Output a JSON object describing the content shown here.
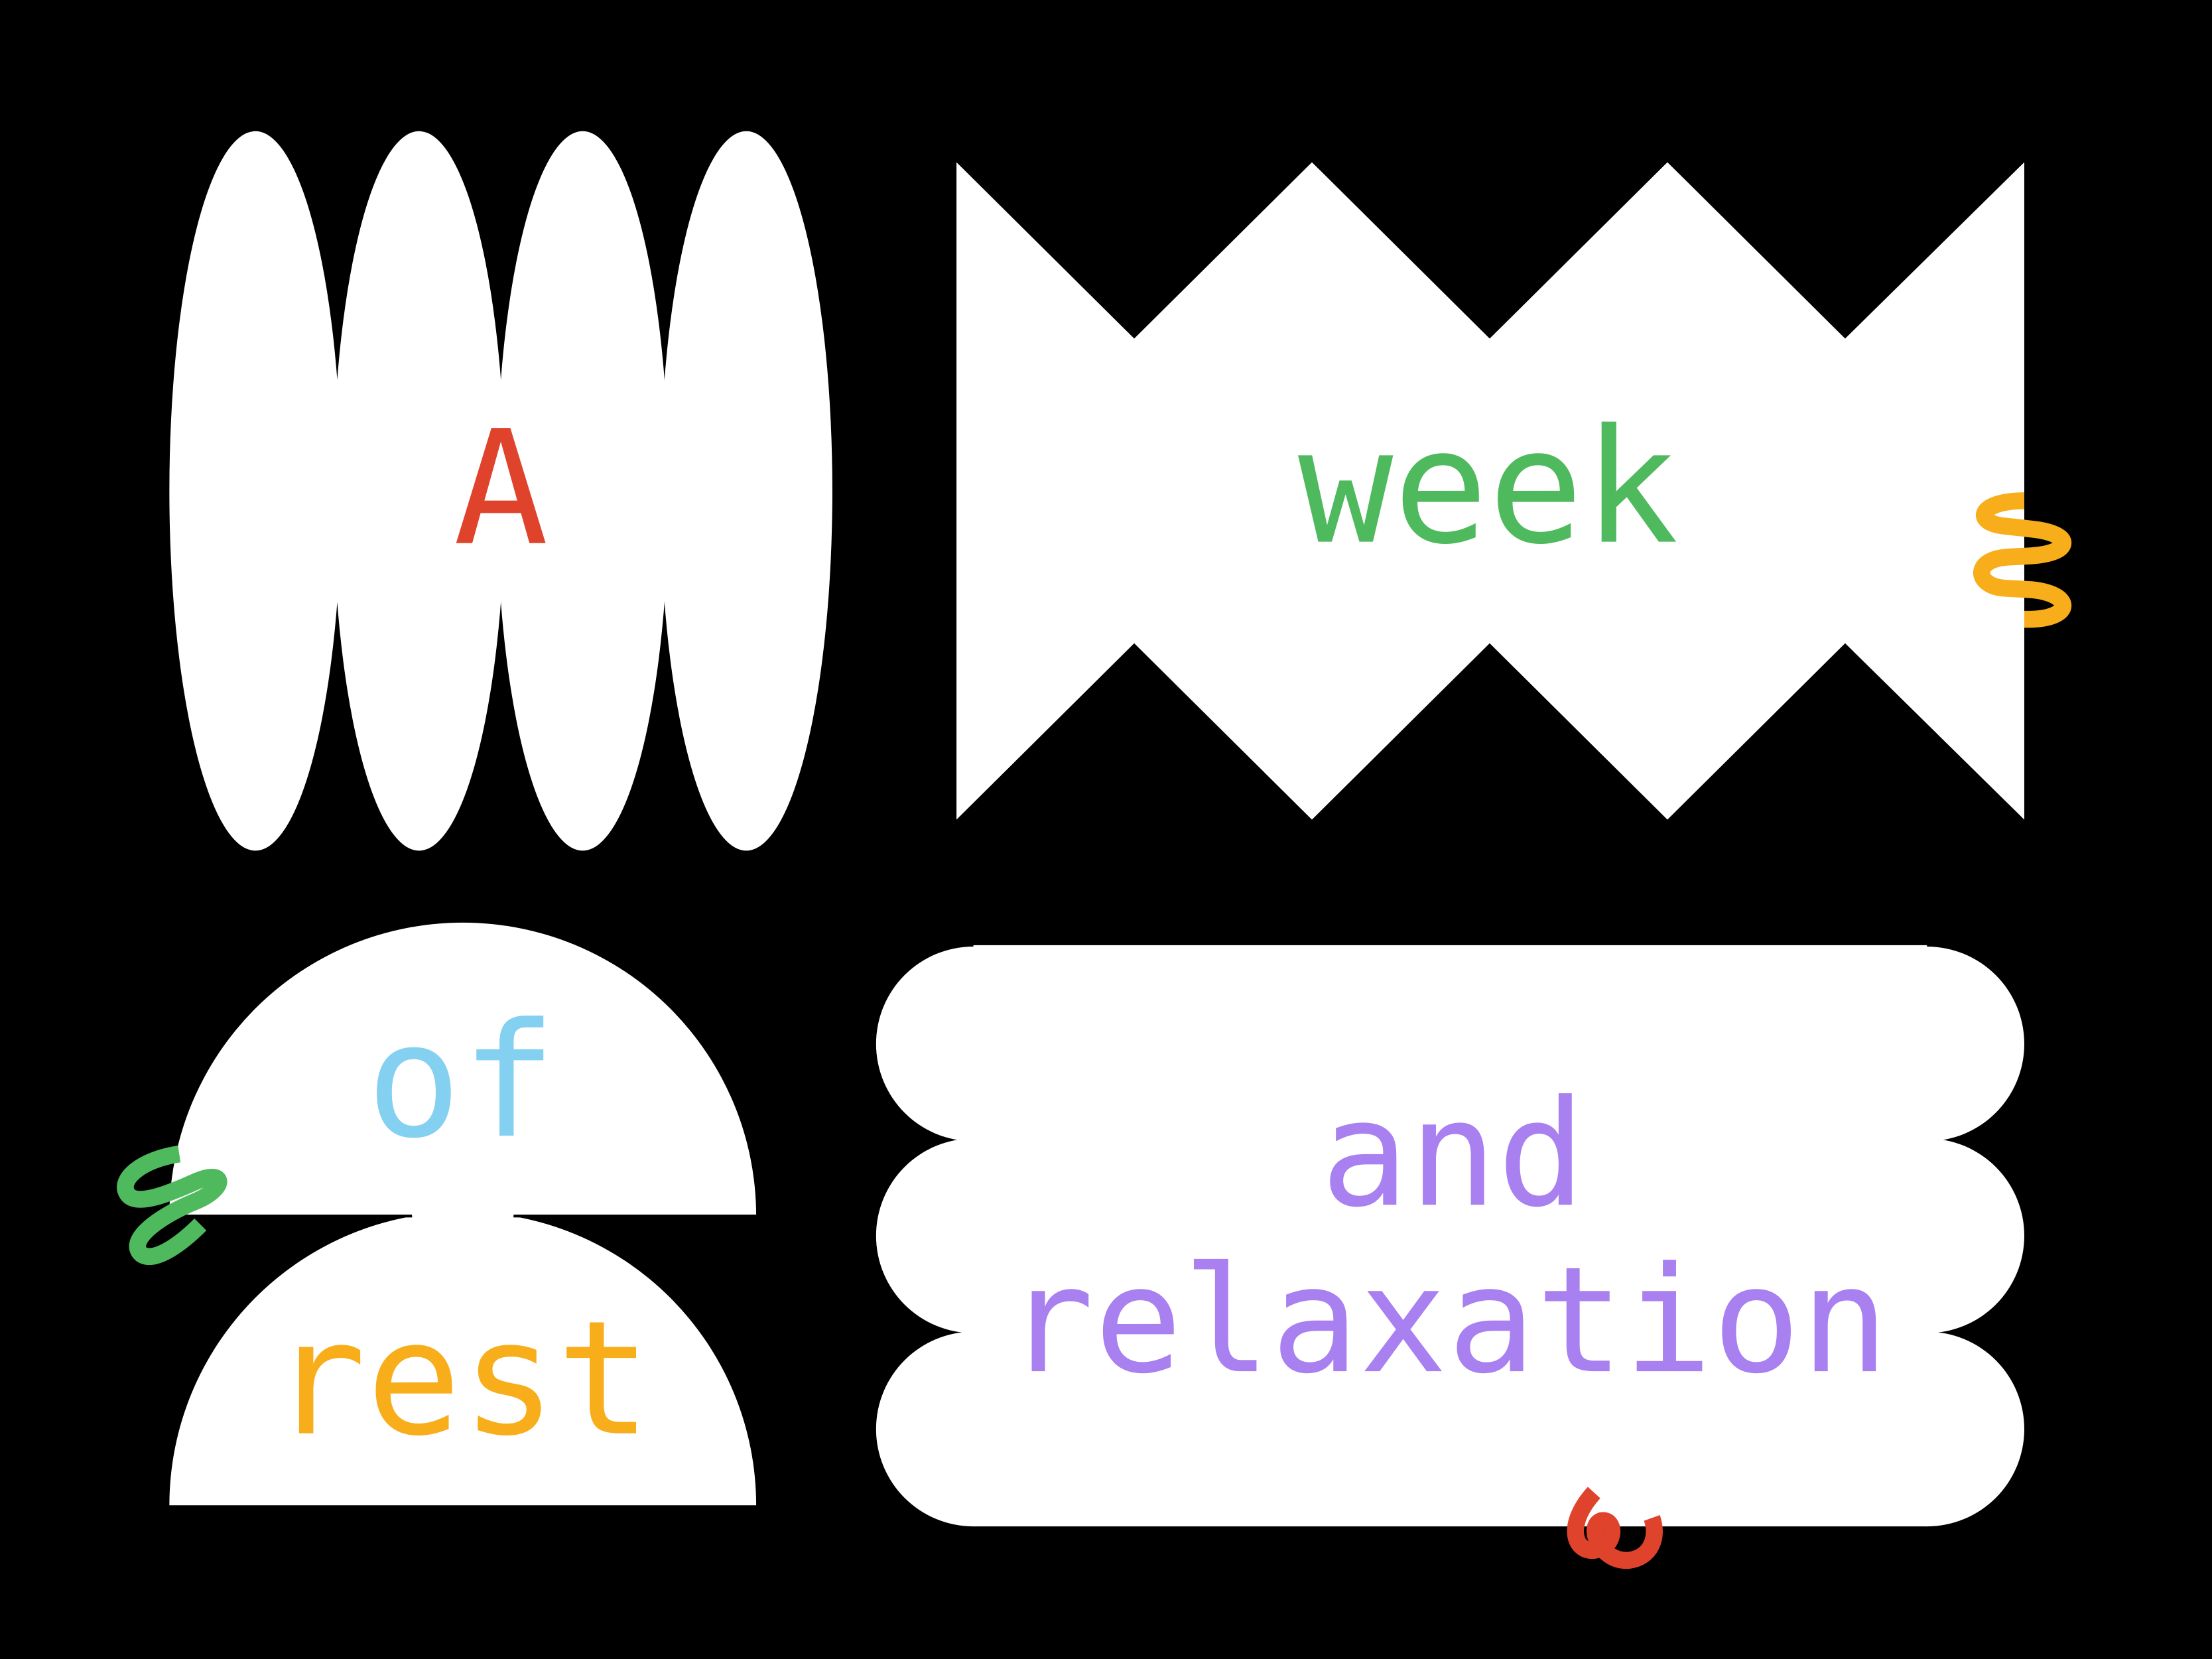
{
  "poster": {
    "words": {
      "a": "A",
      "week": "week",
      "of": "of",
      "rest": "rest",
      "and": "and",
      "relaxation": "relaxation"
    },
    "colors": {
      "background": "#000000",
      "shapes": "#ffffff",
      "red": "#e0432c",
      "green": "#4fb95e",
      "blue": "#84d0f0",
      "orange": "#f8ae1b",
      "purple": "#a980f0"
    }
  }
}
